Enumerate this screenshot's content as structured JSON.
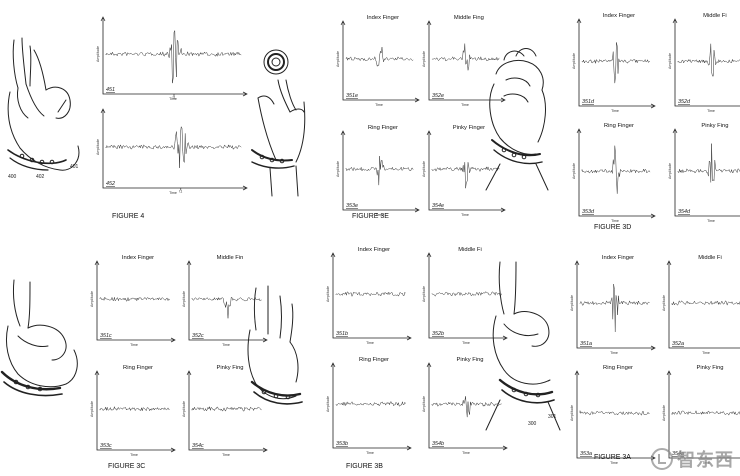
{
  "axis": {
    "y": "Amplitude",
    "x": "Time"
  },
  "figures": {
    "fig4": {
      "caption": "FIGURE 4",
      "plots": [
        {
          "ref": "451",
          "tick": "t1"
        },
        {
          "ref": "452",
          "tick": "t1"
        }
      ],
      "hand_refs": [
        "400",
        "402",
        "401"
      ]
    },
    "fig3e": {
      "caption": "FIGURE 3E",
      "panels": [
        {
          "title": "Index Finger",
          "ref": "351e"
        },
        {
          "title": "Middle Fing",
          "ref": "352e"
        },
        {
          "title": "Ring Finger",
          "ref": "353e"
        },
        {
          "title": "Pinky Finger",
          "ref": "354e"
        }
      ]
    },
    "fig3d": {
      "caption": "FIGURE 3D",
      "panels": [
        {
          "title": "Index Finger",
          "ref": "351d"
        },
        {
          "title": "Middle Fi",
          "ref": "352d"
        },
        {
          "title": "Ring Finger",
          "ref": "353d"
        },
        {
          "title": "Pinky Fing",
          "ref": "354d"
        }
      ]
    },
    "fig3c": {
      "caption": "FIGURE 3C",
      "panels": [
        {
          "title": "Index Finger",
          "ref": "351c"
        },
        {
          "title": "Middle Fin",
          "ref": "352c"
        },
        {
          "title": "Ring Finger",
          "ref": "353c"
        },
        {
          "title": "Pinky Fing",
          "ref": "354c"
        }
      ]
    },
    "fig3b": {
      "caption": "FIGURE 3B",
      "panels": [
        {
          "title": "Index Finger",
          "ref": "351b"
        },
        {
          "title": "Middle Fi",
          "ref": "352b"
        },
        {
          "title": "Ring Finger",
          "ref": "353b"
        },
        {
          "title": "Pinky Fing",
          "ref": "354b"
        }
      ]
    },
    "fig3a": {
      "caption": "FIGURE 3A",
      "panels": [
        {
          "title": "Index Finger",
          "ref": "351a"
        },
        {
          "title": "Middle Fi",
          "ref": "352a"
        },
        {
          "title": "Ring Finger",
          "ref": "353a"
        },
        {
          "title": "Pinky Fing",
          "ref": "354a"
        }
      ],
      "hand_refs": [
        "300",
        "301"
      ]
    }
  },
  "watermark": {
    "text": "智东西"
  }
}
